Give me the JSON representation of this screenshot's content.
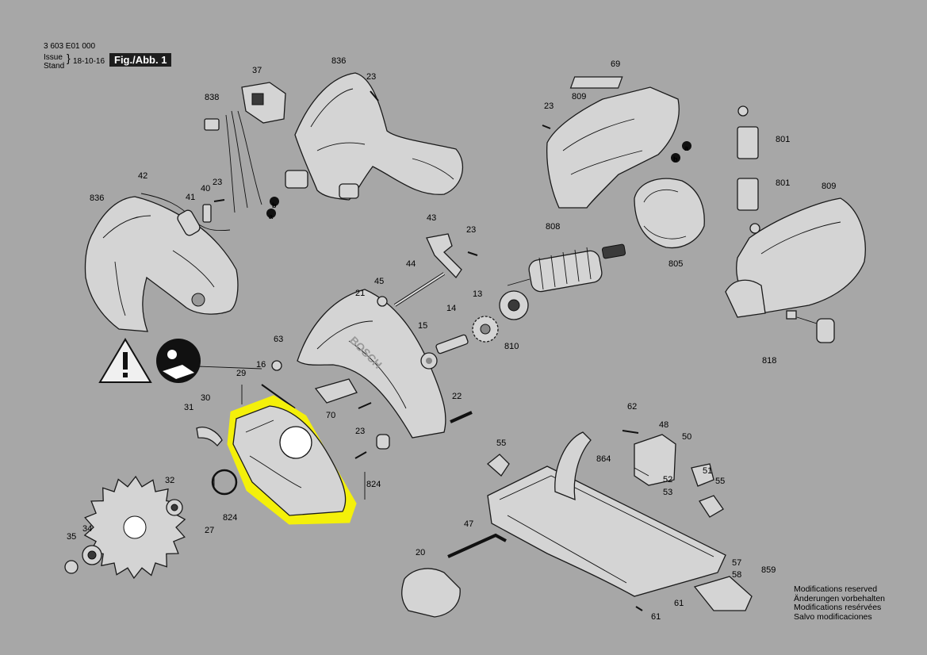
{
  "header": {
    "code": "3 603 E01 000",
    "issue_label": "Issue",
    "stand_label": "Stand",
    "date": "18-10-16",
    "figure": "Fig./Abb. 1"
  },
  "notes": [
    "Modifications reserved",
    "Änderungen vorbehalten",
    "Modifications resérvées",
    "Salvo modificaciones"
  ],
  "diagram": {
    "highlight_color": "#f4f00a",
    "highlighted_part": "29",
    "part_labels": [
      "3 603 E01 000",
      "838",
      "37",
      "836",
      "23",
      "69",
      "23",
      "809",
      "801",
      "a",
      "b",
      "801",
      "809",
      "42",
      "40",
      "23",
      "836",
      "41",
      "b",
      "a",
      "43",
      "23",
      "808",
      "805",
      "44",
      "45",
      "21",
      "13",
      "14",
      "15",
      "810",
      "818",
      "63",
      "16",
      "29",
      "30",
      "31",
      "70",
      "23",
      "22",
      "824",
      "32",
      "27",
      "824",
      "35",
      "34",
      "20",
      "62",
      "48",
      "50",
      "51",
      "52",
      "53",
      "55",
      "55",
      "864",
      "47",
      "57",
      "58",
      "859",
      "61",
      "61",
      "b",
      "a"
    ]
  }
}
